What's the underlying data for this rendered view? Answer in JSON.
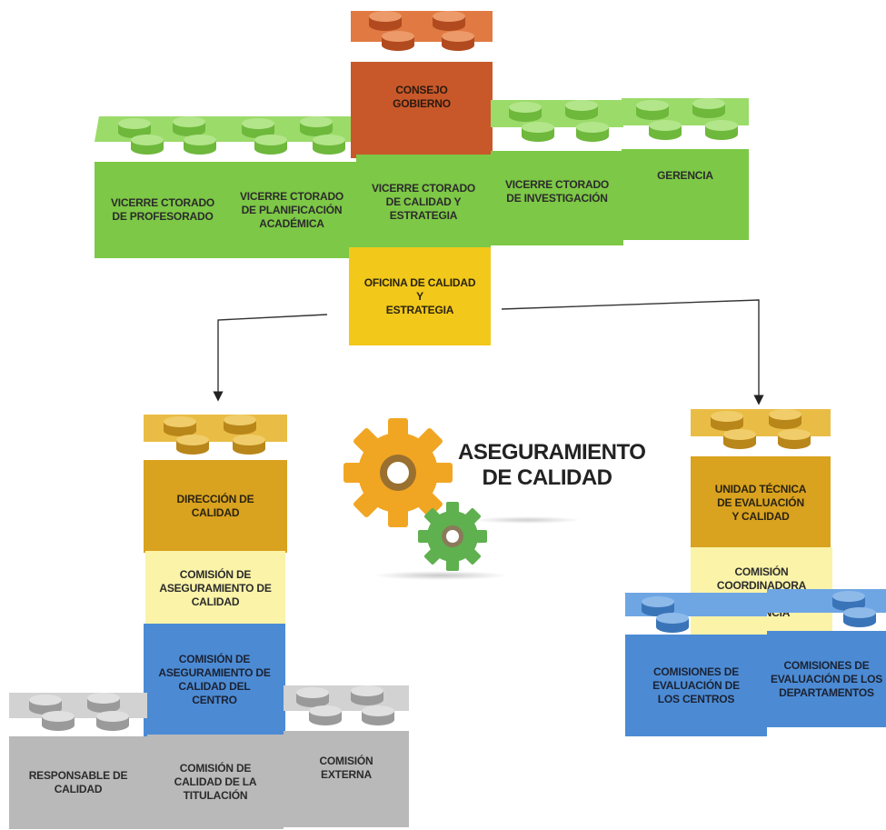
{
  "colors": {
    "green_face": "#7dc846",
    "green_top": "#9bdb6a",
    "green_side": "#5da331",
    "orange_face": "#c8582a",
    "orange_top": "#e07a42",
    "yellow_face": "#f2c81a",
    "yellow_top": "#f8dc55",
    "gold_face": "#d9a21f",
    "gold_top": "#e9bd45",
    "pale_face": "#faf3a8",
    "pale_top": "#fdf8c8",
    "blue_face": "#4c8bd4",
    "blue_top": "#6ea6e4",
    "gray_face": "#b9b9b9",
    "gray_top": "#d2d2d2",
    "gear_orange": "#f1a623",
    "gear_green": "#5fb04f"
  },
  "top_row": {
    "consejo": "CONSEJO\nGOBIERNO",
    "profesorado": "VICERRE CTORADO\nDE PROFESORADO",
    "planificacion": "VICERRE CTORADO\nDE PLANIFICACIÓN\nACADÉMICA",
    "calidad_estrategia": "VICERRE CTORADO\nDE CALIDAD Y\nESTRATEGIA",
    "investigacion": "VICERRE CTORADO\nDE INVESTIGACIÓN",
    "gerencia": "GERENCIA",
    "oficina": "OFICINA DE CALIDAD\nY\nESTRATEGIA"
  },
  "center": {
    "title": "ASEGURAMIENTO\nDE CALIDAD"
  },
  "left_stack": {
    "direccion": "DIRECCIÓN DE\nCALIDAD",
    "comision_aseguramiento": "COMISIÓN DE\nASEGURAMIENTO DE\nCALIDAD",
    "comision_centro": "COMISIÓN DE\nASEGURAMIENTO DE\nCALIDAD DEL\nCENTRO",
    "responsable": "RESPONSABLE DE\nCALIDAD",
    "comision_titulacion": "COMISIÓN DE\nCALIDAD DE LA\nTITULACIÓN",
    "comision_externa": "COMISIÓN\nEXTERNA"
  },
  "right_stack": {
    "unidad_tecnica": "UNIDAD TÉCNICA\nDE EVALUACIÓN\nY CALIDAD",
    "comision_coordinadora": "COMISIÓN\nCOORDINADORA\nEVALUACIÓN DE LA\nDOCENCIA",
    "comisiones_centros": "COMISIONES DE\nEVALUACIÓN DE\nLOS CENTROS",
    "comisiones_departamentos": "COMISIONES DE\nEVALUACIÓN DE LOS\nDEPARTAMENTOS"
  }
}
